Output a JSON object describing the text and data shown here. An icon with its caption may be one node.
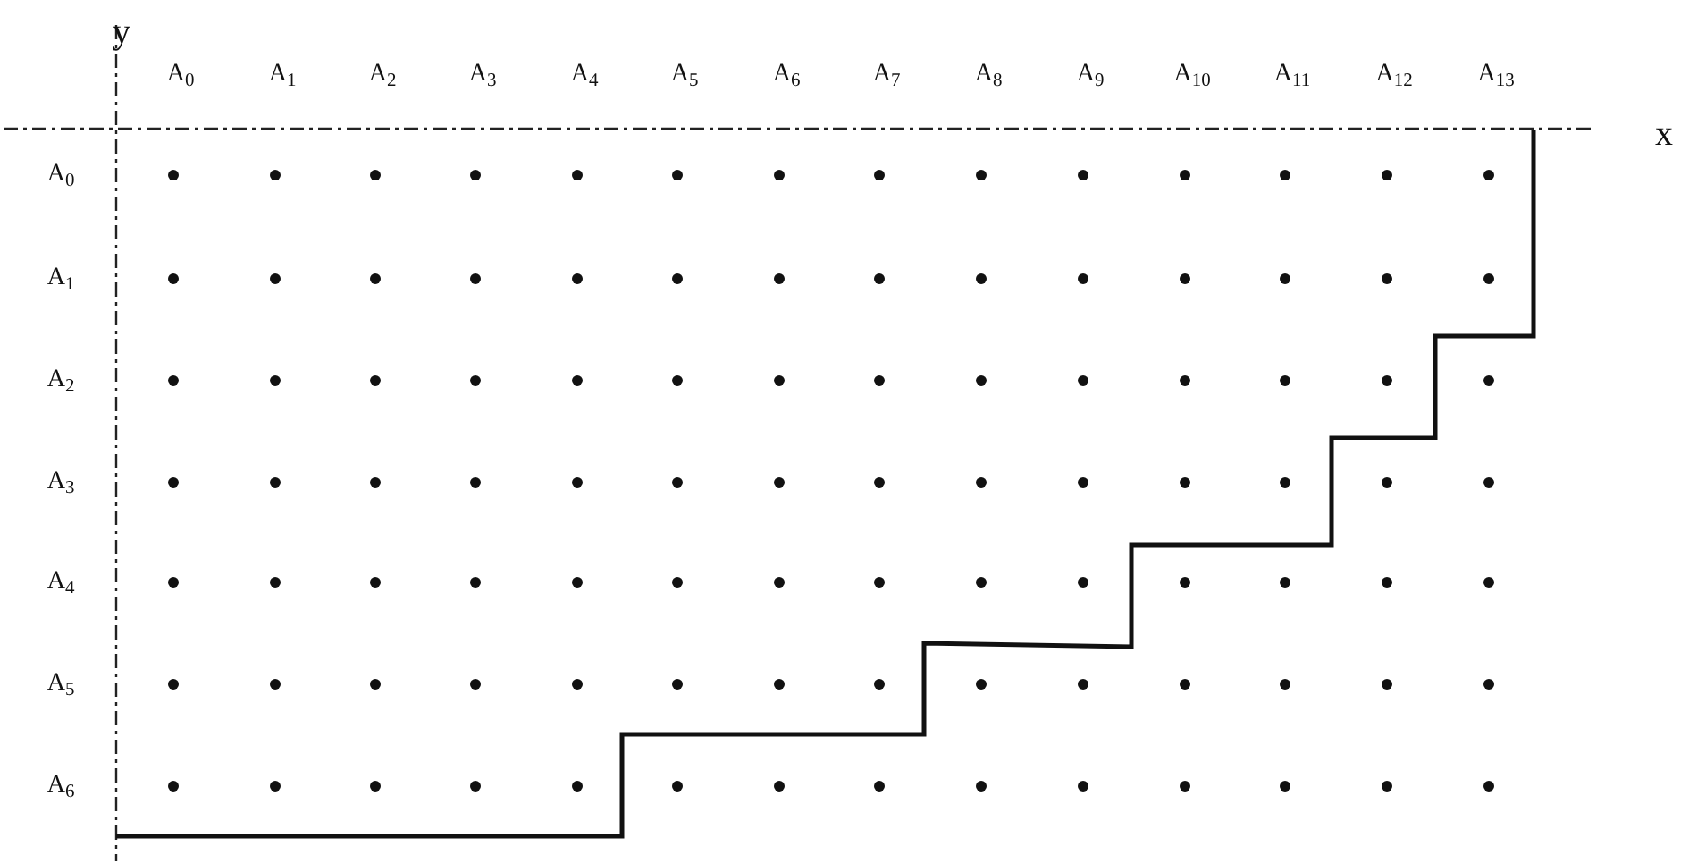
{
  "diagram": {
    "labels": [
      "y",
      "A$_{0}$",
      "A$_{1}$",
      "A$_{2}$",
      "A$_{3}$",
      "A$_{4}$",
      "A$_{5}$",
      "A$_{6}$",
      "A$_{7}$",
      "A$_{8}$",
      "A$_{9}$",
      "A$_{10}$",
      "A$_{11}$",
      "A$_{12}$",
      "A$_{13}$",
      "x",
      "A$_{0}$",
      "A$_{1}$",
      "A$_{2}$",
      "A$_{3}$",
      "A$_{4}$",
      "A$_{5}$",
      "A$_{6}$"
    ]
  }
}
